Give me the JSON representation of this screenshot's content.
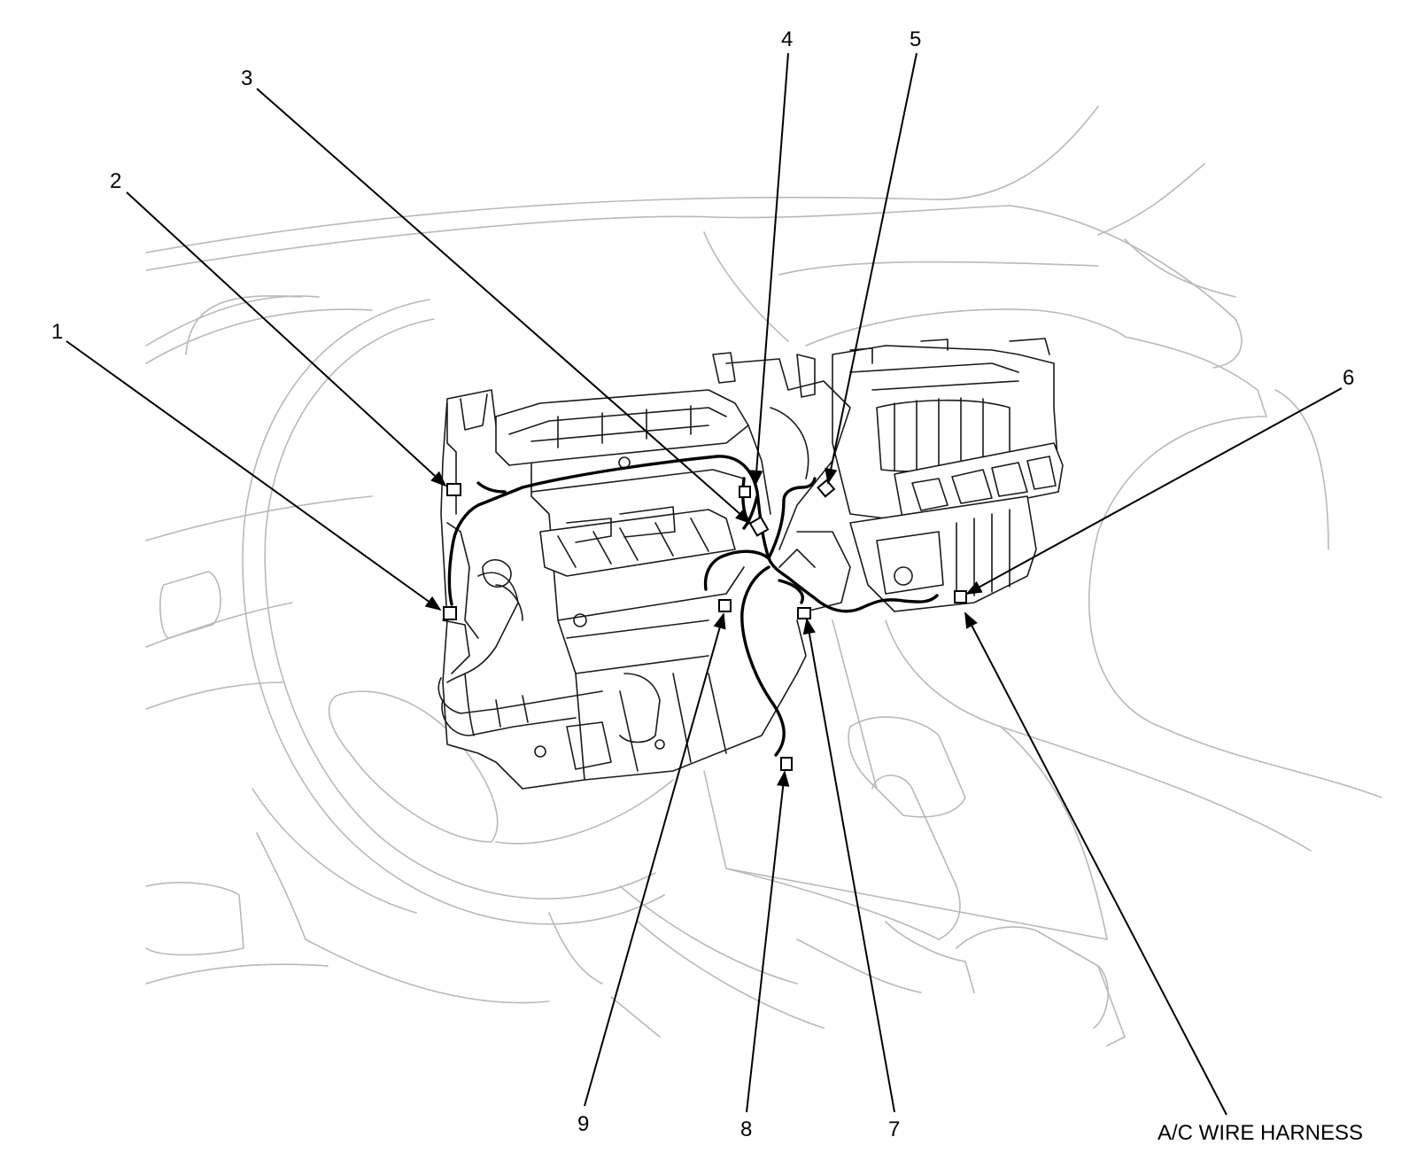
{
  "callouts": [
    {
      "id": "1",
      "label": "1"
    },
    {
      "id": "2",
      "label": "2"
    },
    {
      "id": "3",
      "label": "3"
    },
    {
      "id": "4",
      "label": "4"
    },
    {
      "id": "5",
      "label": "5"
    },
    {
      "id": "6",
      "label": "6"
    },
    {
      "id": "7",
      "label": "7"
    },
    {
      "id": "8",
      "label": "8"
    },
    {
      "id": "9",
      "label": "9"
    }
  ],
  "harness_label": "A/C WIRE HARNESS"
}
